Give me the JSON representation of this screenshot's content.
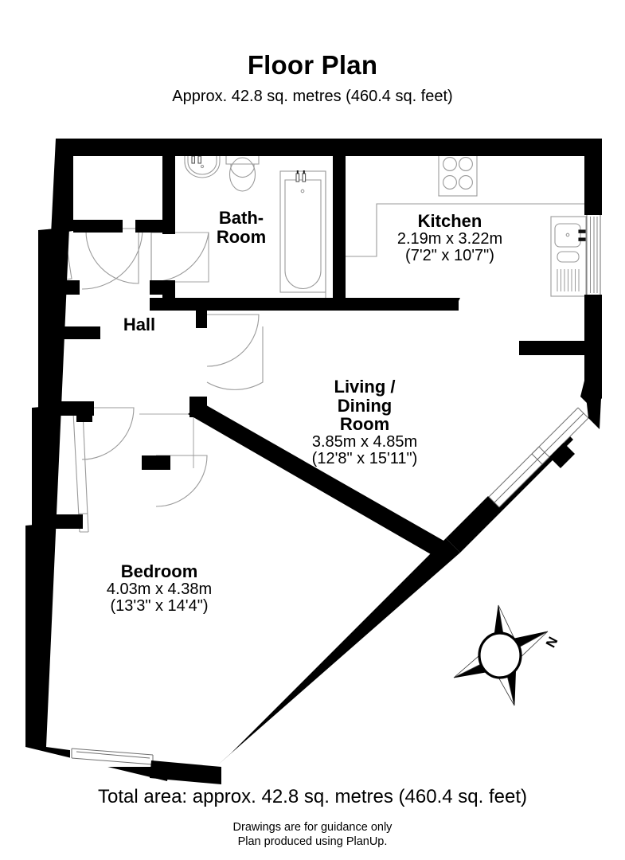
{
  "header": {
    "title": "Floor Plan",
    "subtitle": "Approx. 42.8 sq. metres (460.4 sq. feet)"
  },
  "rooms": [
    {
      "key": "bathroom",
      "name_line1": "Bath-",
      "name_line2": "Room",
      "dimensions_metric": "",
      "dimensions_imperial": ""
    },
    {
      "key": "kitchen",
      "name_line1": "Kitchen",
      "dimensions_metric": "2.19m x 3.22m",
      "dimensions_imperial": "(7'2\" x 10'7\")"
    },
    {
      "key": "hall",
      "name_line1": "Hall",
      "dimensions_metric": "",
      "dimensions_imperial": ""
    },
    {
      "key": "living_dining",
      "name_line1": "Living /",
      "name_line2": "Dining",
      "name_line3": "Room",
      "dimensions_metric": "3.85m x 4.85m",
      "dimensions_imperial": "(12'8\" x 15'11\")"
    },
    {
      "key": "bedroom",
      "name_line1": "Bedroom",
      "dimensions_metric": "4.03m x 4.38m",
      "dimensions_imperial": "(13'3\" x 14'4\")"
    }
  ],
  "labels": {
    "bathroom_l1": "Bath-",
    "bathroom_l2": "Room",
    "kitchen_name": "Kitchen",
    "kitchen_metric": "2.19m x 3.22m",
    "kitchen_imperial": "(7'2\" x 10'7\")",
    "hall_name": "Hall",
    "living_l1": "Living /",
    "living_l2": "Dining",
    "living_l3": "Room",
    "living_metric": "3.85m x 4.85m",
    "living_imperial": "(12'8\" x 15'11\")",
    "bedroom_name": "Bedroom",
    "bedroom_metric": "4.03m x 4.38m",
    "bedroom_imperial": "(13'3\" x 14'4\")"
  },
  "compass": {
    "north_letter": "N"
  },
  "footer": {
    "total_area": "Total area: approx. 42.8 sq. metres (460.4 sq. feet)",
    "disclaimer_line1": "Drawings are for guidance only",
    "disclaimer_line2": "Plan produced using PlanUp."
  },
  "fixtures": [
    {
      "name": "bathroom-sink"
    },
    {
      "name": "toilet"
    },
    {
      "name": "bathtub"
    },
    {
      "name": "kitchen-hob"
    },
    {
      "name": "kitchen-sink"
    },
    {
      "name": "kitchen-counter"
    }
  ],
  "colors": {
    "wall": "#000000",
    "fixture_outline": "#9a9a9a",
    "door_arc": "#9a9a9a",
    "background": "#ffffff"
  }
}
